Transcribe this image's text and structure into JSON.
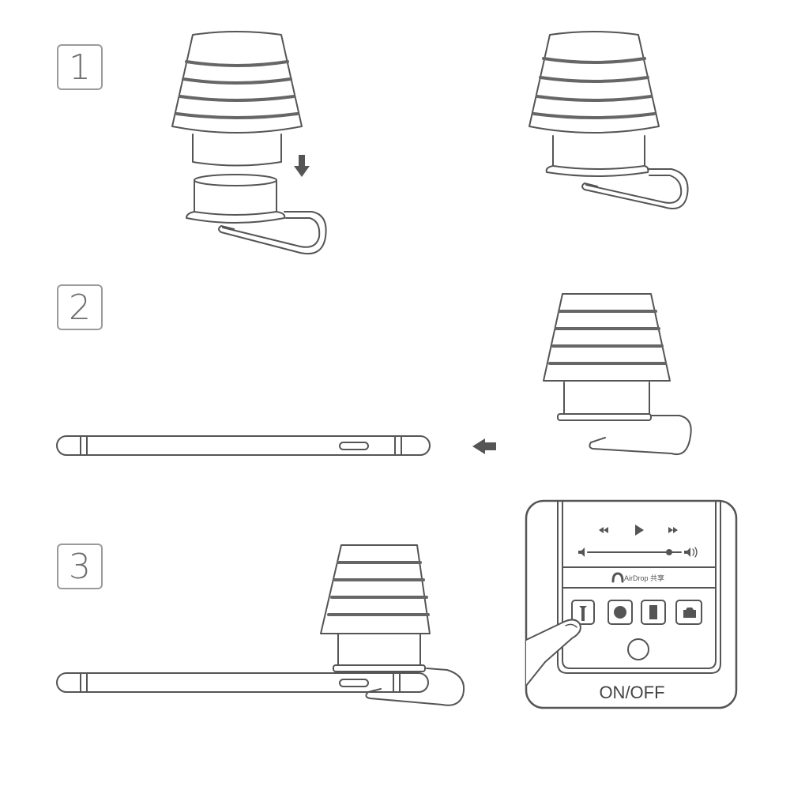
{
  "steps": [
    {
      "number": "1",
      "description": "Attach lamp shade to clip base"
    },
    {
      "number": "2",
      "description": "Slide clip onto phone edge"
    },
    {
      "number": "3",
      "description": "Clip positioned over flashlight; toggle flashlight"
    }
  ],
  "control_panel": {
    "airdrop_label": "AirDrop 共享",
    "caption": "ON/OFF",
    "media_controls": [
      "rewind-icon",
      "play-icon",
      "fast-forward-icon"
    ],
    "quick_buttons": [
      "flashlight-icon",
      "record-icon",
      "calculator-icon",
      "camera-icon"
    ]
  },
  "colors": {
    "stroke": "#555555",
    "badge_border": "#9a9a9a",
    "badge_text": "#6e6e6e",
    "background": "#ffffff"
  }
}
